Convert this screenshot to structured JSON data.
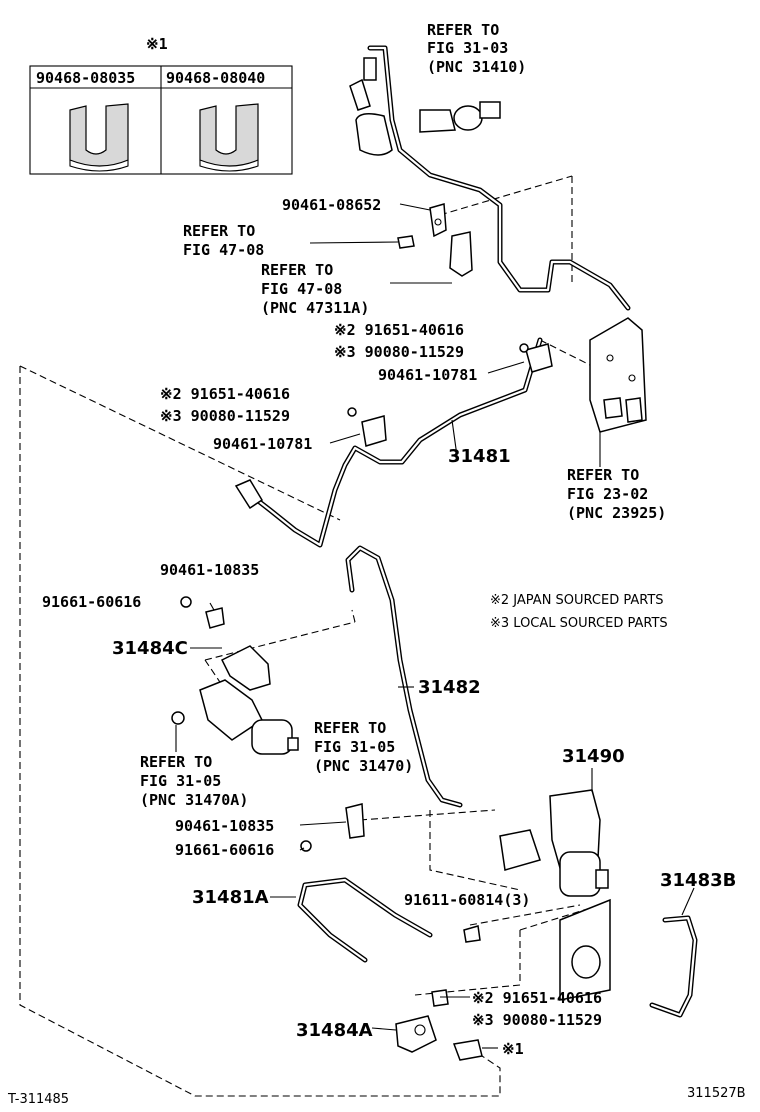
{
  "box": {
    "mark": "※1",
    "col1": "90468-08035",
    "col2": "90468-08040"
  },
  "labels": {
    "ref_31_03": [
      "REFER TO",
      "FIG 31-03",
      "(PNC 31410)"
    ],
    "p90461_08652": "90461-08652",
    "ref_47_08a": [
      "REFER TO",
      "FIG 47-08"
    ],
    "ref_47_08b": [
      "REFER TO",
      "FIG 47-08",
      "(PNC 47311A)"
    ],
    "r1_m2": "※2 91651-40616",
    "r1_m3": "※3 90080-11529",
    "r1_p": "90461-10781",
    "r2_m2": "※2 91651-40616",
    "r2_m3": "※3 90080-11529",
    "r2_p": "90461-10781",
    "p31481": "31481",
    "ref_23_02": [
      "REFER TO",
      "FIG 23-02",
      "(PNC 23925)"
    ],
    "p90461_10835a": "90461-10835",
    "p91661_60616a": "91661-60616",
    "p31484C": "31484C",
    "p31482": "31482",
    "ref_31_05a": [
      "REFER TO",
      "FIG 31-05",
      "(PNC 31470)"
    ],
    "ref_31_05b": [
      "REFER TO",
      "FIG 31-05",
      "(PNC 31470A)"
    ],
    "p31490": "31490",
    "p90461_10835b": "90461-10835",
    "p91661_60616b": "91661-60616",
    "p31481A": "31481A",
    "p91611_60814": "91611-60814(3)",
    "p31483B": "31483B",
    "r3_m2": "※2 91651-40616",
    "r3_m3": "※3 90080-11529",
    "p31484A": "31484A",
    "mark1": "※1",
    "note_japan": "※2 JAPAN SOURCED PARTS",
    "note_local": "※3 LOCAL SOURCED PARTS",
    "footer_left": "T-311485",
    "footer_right": "311527B"
  }
}
